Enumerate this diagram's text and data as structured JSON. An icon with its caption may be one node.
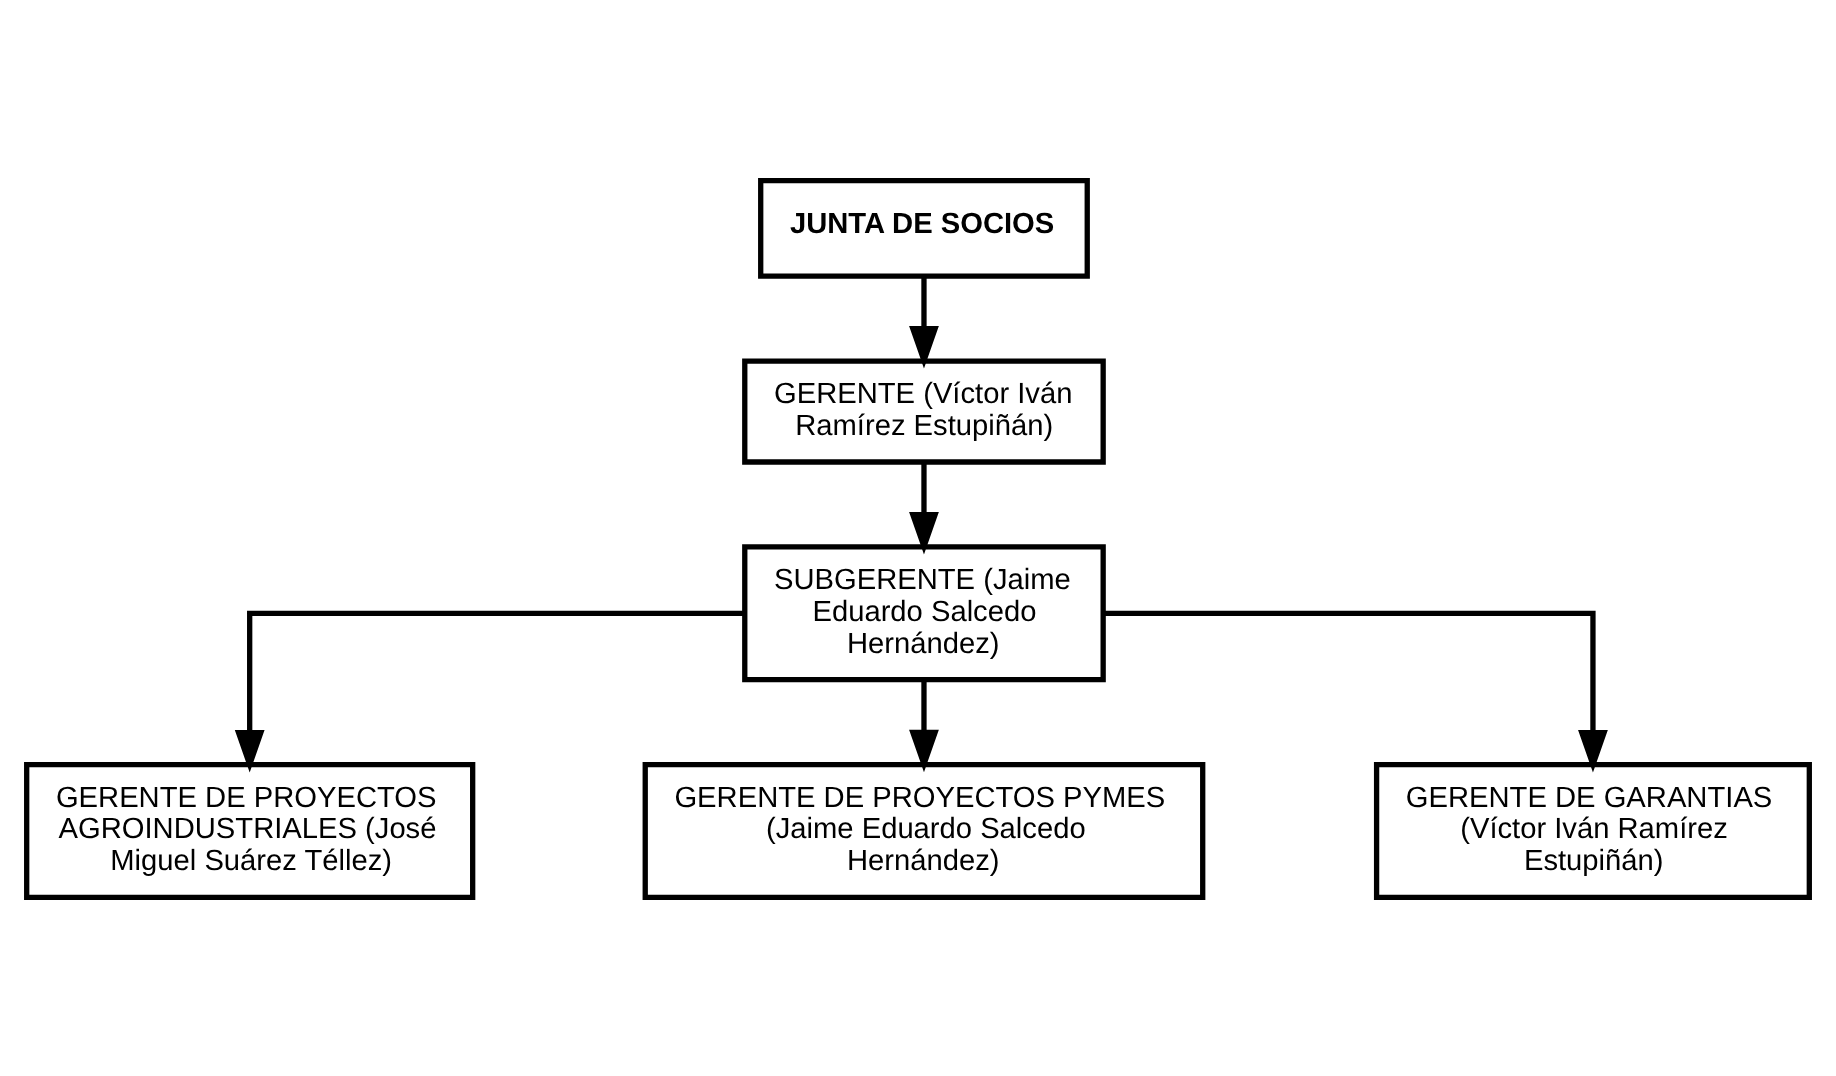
{
  "diagram": {
    "nodes": [
      {
        "text": [
          "JUNTA DE SOCIOS"
        ]
      },
      {
        "text": [
          "GERENTE (Víctor Iván Ramírez Estupiñán)"
        ]
      },
      {
        "text": [
          "SUBGERENTE (Jaime Eduardo Salcedo Hernández)"
        ]
      },
      {
        "text": [
          "GERENTE DE PROYECTOS AGROINDUSTRIALES (José Miguel Suárez Téllez)"
        ]
      },
      {
        "text": [
          "GERENTE DE PROYECTOS PYMES (Jaime Eduardo Salcedo Hernández)"
        ]
      },
      {
        "text": [
          "GERENTE DE GARANTIAS (Víctor Iván Ramírez Estupiñán)"
        ]
      }
    ],
    "edges": [
      {
        "from": 0,
        "to": 1,
        "arrow": "to"
      },
      {
        "from": 1,
        "to": 2,
        "arrow": "to"
      },
      {
        "from": 2,
        "to": 3,
        "arrow": "to"
      },
      {
        "from": 2,
        "to": 4,
        "arrow": "to"
      },
      {
        "from": 2,
        "to": 5,
        "arrow": "to"
      }
    ]
  }
}
